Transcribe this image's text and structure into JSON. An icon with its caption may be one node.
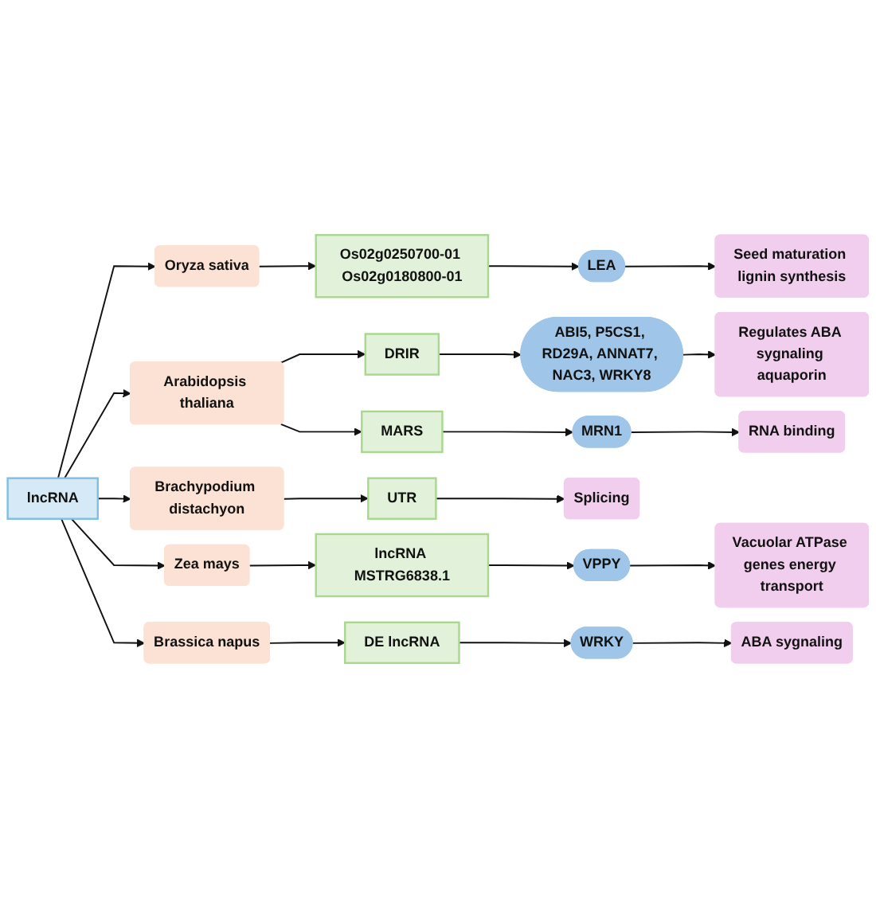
{
  "diagram": {
    "nodes": [
      {
        "text": [
          "Regulates ABA sygnaling aquaporin"
        ]
      },
      {
        "text": [
          "Seed maturation lignin synthesis"
        ]
      },
      {
        "text": [
          "RNA binding"
        ]
      },
      {
        "text": [
          "ABI5, P5CS1, RD29A, ANNAT7, NAC3, WRKY8"
        ]
      },
      {
        "text": [
          "LEA"
        ]
      },
      {
        "text": [
          "MRN1"
        ]
      },
      {
        "text": [
          "DRIR"
        ]
      },
      {
        "text": [
          "MARS"
        ]
      },
      {
        "text": [
          "Os02g0250700-01 Os02g0180800-01"
        ]
      },
      {
        "text": [
          "Arabidopsis thaliana"
        ]
      },
      {
        "text": [
          "Oryza sativa"
        ]
      },
      {
        "text": [
          "lncRNA"
        ]
      },
      {
        "text": [
          "Zea mays"
        ]
      },
      {
        "text": [
          "Brachypodium distachyon"
        ]
      },
      {
        "text": [
          "Brassica napus"
        ]
      },
      {
        "text": [
          "lncRNA MSTRG6838.1"
        ]
      },
      {
        "text": [
          "UTR"
        ]
      },
      {
        "text": [
          "Splicing"
        ]
      },
      {
        "text": [
          "DE lncRNA"
        ]
      },
      {
        "text": [
          "VPPY"
        ]
      },
      {
        "text": [
          "Vacuolar ATPase genes energy transport"
        ]
      },
      {
        "text": [
          "WRKY"
        ]
      },
      {
        "text": [
          "ABA sygnaling"
        ]
      }
    ],
    "edges": [
      {
        "from": 11,
        "to": 10,
        "arrow": "to"
      },
      {
        "from": 11,
        "to": 9,
        "arrow": "to"
      },
      {
        "from": 11,
        "to": 12,
        "arrow": "to"
      },
      {
        "from": 11,
        "to": 14,
        "arrow": "to"
      },
      {
        "from": 11,
        "to": 13,
        "arrow": "to"
      },
      {
        "from": 10,
        "to": 8,
        "arrow": "to"
      },
      {
        "from": 8,
        "to": 4,
        "arrow": "to"
      },
      {
        "from": 4,
        "to": 1,
        "arrow": "to"
      },
      {
        "from": 9,
        "to": 6,
        "arrow": "to"
      },
      {
        "from": 6,
        "to": 3,
        "arrow": "to"
      },
      {
        "from": 3,
        "to": 0,
        "arrow": "to"
      },
      {
        "from": 9,
        "to": 7,
        "arrow": "to"
      },
      {
        "from": 7,
        "to": 5,
        "arrow": "to"
      },
      {
        "from": 5,
        "to": 2,
        "arrow": "to"
      },
      {
        "from": 12,
        "to": 15,
        "arrow": "to"
      },
      {
        "from": 15,
        "to": 19,
        "arrow": "to"
      },
      {
        "from": 19,
        "to": 20,
        "arrow": "to"
      },
      {
        "from": 14,
        "to": 18,
        "arrow": "to"
      },
      {
        "from": 18,
        "to": 21,
        "arrow": "to"
      },
      {
        "from": 21,
        "to": 22,
        "arrow": "to"
      },
      {
        "from": 13,
        "to": 16,
        "arrow": "to"
      },
      {
        "from": 16,
        "to": 17,
        "arrow": "to"
      }
    ]
  }
}
